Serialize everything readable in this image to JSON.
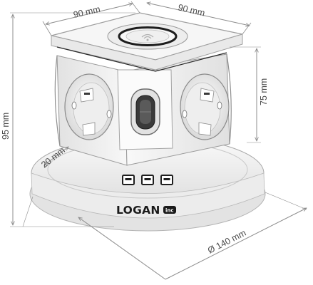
{
  "dimensions": {
    "top_width_left": "90 mm",
    "top_width_right": "90 mm",
    "total_height": "95 mm",
    "cube_height": "75 mm",
    "base_height": "20 mm",
    "base_diameter": "Ø 140 mm"
  },
  "product": {
    "brand": "LOGAN",
    "brand_suffix": "inc"
  },
  "colors": {
    "dimension_line": "#8c8c8c",
    "product_body": "#f4f4f4",
    "product_outline": "#9a9a9a",
    "accent_dark": "#2b2b2b"
  }
}
